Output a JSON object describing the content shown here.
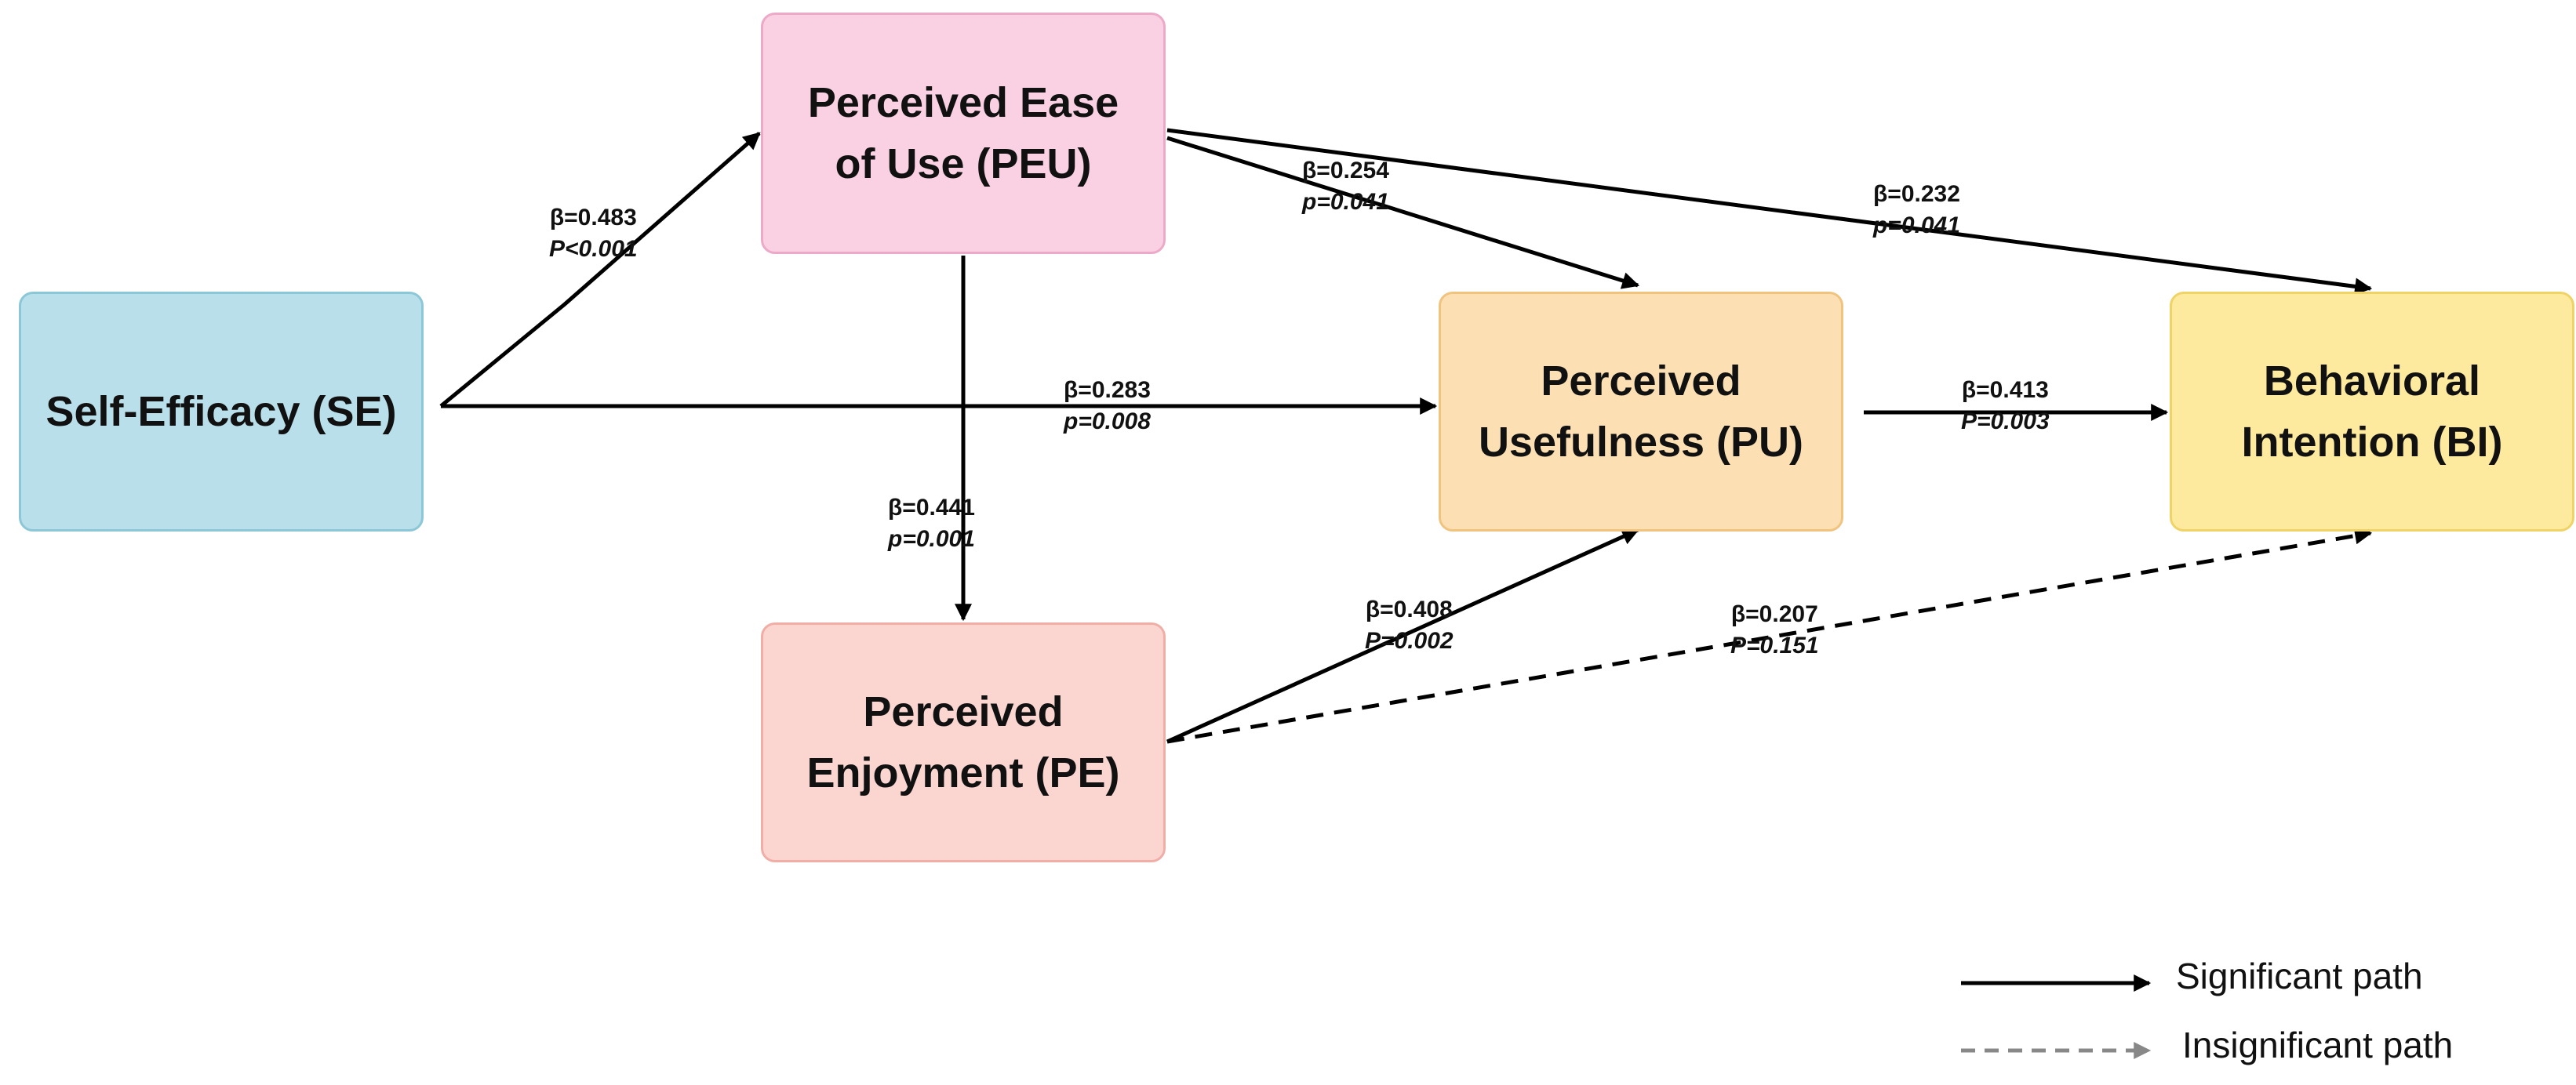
{
  "nodes": {
    "se": {
      "label": "Self-Efficacy (SE)",
      "fill": "#b9e0ea",
      "border": "#8cc7d8"
    },
    "peu": {
      "label": "Perceived Ease\nof Use (PEU)",
      "fill": "#f9d1e2",
      "border": "#ecaac8"
    },
    "pu": {
      "label": "Perceived\nUsefulness (PU)",
      "fill": "#fce0b4",
      "border": "#f0c37e"
    },
    "bi": {
      "label": "Behavioral\nIntention (BI)",
      "fill": "#fdea9f",
      "border": "#f0d366"
    },
    "pe": {
      "label": "Perceived\nEnjoyment (PE)",
      "fill": "#fbd6d1",
      "border": "#f0aea6"
    }
  },
  "paths": {
    "se_peu": {
      "beta": "β=0.483",
      "p": "P<0.001",
      "significant": true
    },
    "peu_pu": {
      "beta": "β=0.254",
      "p": "p=0.041",
      "significant": true
    },
    "peu_bi": {
      "beta": "β=0.232",
      "p": "p=0.041",
      "significant": true
    },
    "se_pu": {
      "beta": "β=0.283",
      "p": "p=0.008",
      "significant": true
    },
    "pu_bi": {
      "beta": "β=0.413",
      "p": "P=0.003",
      "significant": true
    },
    "peu_pe": {
      "beta": "β=0.441",
      "p": "p=0.001",
      "significant": true
    },
    "pe_pu": {
      "beta": "β=0.408",
      "p": "P=0.002",
      "significant": true
    },
    "pe_bi": {
      "beta": "β=0.207",
      "p": "P=0.151",
      "significant": false
    }
  },
  "legend": {
    "significant": {
      "label": "Significant path",
      "color": "#000000"
    },
    "insignificant": {
      "label": "Insignificant path",
      "color": "#888888"
    }
  },
  "colors": {
    "line": "#000000",
    "legend_dashed": "#888888"
  }
}
